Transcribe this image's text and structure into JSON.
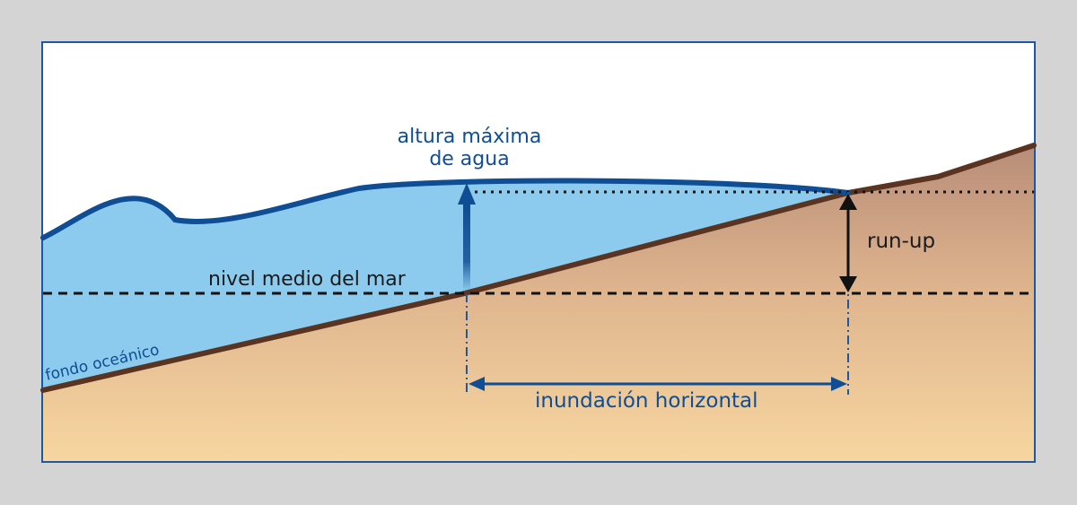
{
  "labels": {
    "max_height_line1": "altura máxima",
    "max_height_line2": "de agua",
    "mean_sea_level": "nivel medio del mar",
    "run_up": "run-up",
    "ocean_floor": "fondo oceánico",
    "horizontal_inundation": "inundación horizontal"
  },
  "colors": {
    "background": "#d4d4d4",
    "frame_border": "#1f57a0",
    "sky": "#ffffff",
    "water": "#8ccbed",
    "water_surface": "#0f4e94",
    "ground_light": "#f7d6a0",
    "ground_dark": "#b88d78",
    "seabed_line": "#5a3420",
    "label_blue": "#0f4e94",
    "label_dark": "#1b1b1b"
  }
}
